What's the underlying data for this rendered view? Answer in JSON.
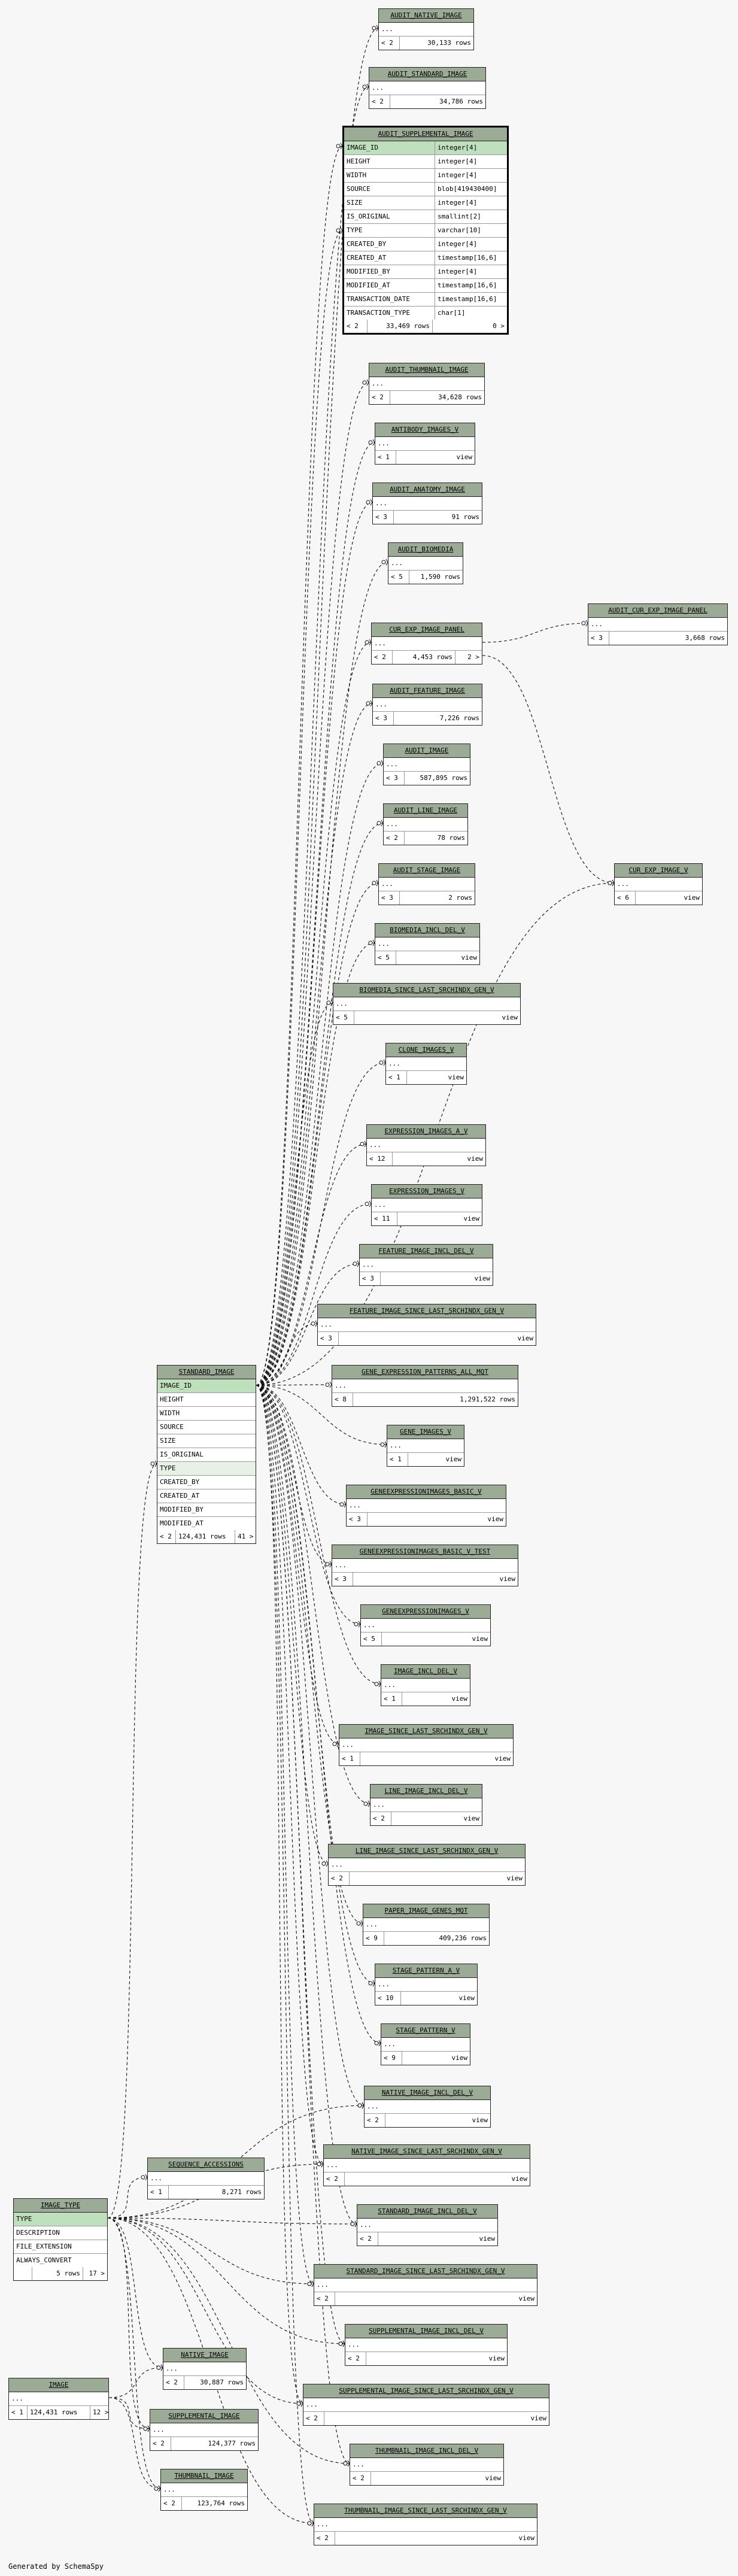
{
  "footer": "Generated by SchemaSpy",
  "audit_supplemental": {
    "name": "AUDIT_SUPPLEMENTAL_IMAGE",
    "columns": [
      {
        "name": "IMAGE_ID",
        "type": "integer[4]"
      },
      {
        "name": "HEIGHT",
        "type": "integer[4]"
      },
      {
        "name": "WIDTH",
        "type": "integer[4]"
      },
      {
        "name": "SOURCE",
        "type": "blob[419430400]"
      },
      {
        "name": "SIZE",
        "type": "integer[4]"
      },
      {
        "name": "IS_ORIGINAL",
        "type": "smallint[2]"
      },
      {
        "name": "TYPE",
        "type": "varchar[10]"
      },
      {
        "name": "CREATED_BY",
        "type": "integer[4]"
      },
      {
        "name": "CREATED_AT",
        "type": "timestamp[16,6]"
      },
      {
        "name": "MODIFIED_BY",
        "type": "integer[4]"
      },
      {
        "name": "MODIFIED_AT",
        "type": "timestamp[16,6]"
      },
      {
        "name": "TRANSACTION_DATE",
        "type": "timestamp[16,6]"
      },
      {
        "name": "TRANSACTION_TYPE",
        "type": "char[1]"
      }
    ],
    "footer": [
      "< 2",
      "33,469 rows",
      "0 >"
    ]
  },
  "standard_image": {
    "name": "STANDARD_IMAGE",
    "columns": [
      "IMAGE_ID",
      "HEIGHT",
      "WIDTH",
      "SOURCE",
      "SIZE",
      "IS_ORIGINAL",
      "TYPE",
      "CREATED_BY",
      "CREATED_AT",
      "MODIFIED_BY",
      "MODIFIED_AT"
    ],
    "footer": [
      "< 2",
      "124,431 rows",
      "41 >"
    ]
  },
  "image_type": {
    "name": "IMAGE_TYPE",
    "columns": [
      "TYPE",
      "DESCRIPTION",
      "FILE_EXTENSION",
      "ALWAYS_CONVERT"
    ],
    "footer": [
      "",
      "5 rows",
      "17 >"
    ]
  },
  "image": {
    "name": "IMAGE",
    "columns": [
      "..."
    ],
    "footer": [
      "< 1",
      "124,431 rows",
      "12 >"
    ]
  },
  "ellipsis": "...",
  "small_tables": [
    {
      "id": "audit_native_image",
      "name": "AUDIT_NATIVE_IMAGE",
      "lft": "< 2",
      "cnt": "30,133 rows"
    },
    {
      "id": "audit_standard_image",
      "name": "AUDIT_STANDARD_IMAGE",
      "lft": "< 2",
      "cnt": "34,786 rows"
    },
    {
      "id": "audit_thumbnail_image",
      "name": "AUDIT_THUMBNAIL_IMAGE",
      "lft": "< 2",
      "cnt": "34,628 rows"
    },
    {
      "id": "antibody_images_v",
      "name": "ANTIBODY_IMAGES_V",
      "lft": "< 1",
      "cnt": "view"
    },
    {
      "id": "audit_anatomy_image",
      "name": "AUDIT_ANATOMY_IMAGE",
      "lft": "< 3",
      "cnt": "91 rows"
    },
    {
      "id": "audit_biomedia",
      "name": "AUDIT_BIOMEDIA",
      "lft": "< 5",
      "cnt": "1,590 rows"
    },
    {
      "id": "cur_exp_image_panel",
      "name": "CUR_EXP_IMAGE_PANEL",
      "lft": "< 2",
      "cnt": "4,453 rows",
      "rgt": "2 >"
    },
    {
      "id": "audit_cur_exp_image_panel",
      "name": "AUDIT_CUR_EXP_IMAGE_PANEL",
      "lft": "< 3",
      "cnt": "3,668 rows"
    },
    {
      "id": "audit_feature_image",
      "name": "AUDIT_FEATURE_IMAGE",
      "lft": "< 3",
      "cnt": "7,226 rows"
    },
    {
      "id": "audit_image",
      "name": "AUDIT_IMAGE",
      "lft": "< 3",
      "cnt": "587,895 rows"
    },
    {
      "id": "audit_line_image",
      "name": "AUDIT_LINE_IMAGE",
      "lft": "< 2",
      "cnt": "78 rows"
    },
    {
      "id": "audit_stage_image",
      "name": "AUDIT_STAGE_IMAGE",
      "lft": "< 3",
      "cnt": "2 rows"
    },
    {
      "id": "cur_exp_image_v",
      "name": "CUR_EXP_IMAGE_V",
      "lft": "< 6",
      "cnt": "view"
    },
    {
      "id": "biomedia_incl_del_v",
      "name": "BIOMEDIA_INCL_DEL_V",
      "lft": "< 5",
      "cnt": "view"
    },
    {
      "id": "biomedia_since",
      "name": "BIOMEDIA_SINCE_LAST_SRCHINDX_GEN_V",
      "lft": "< 5",
      "cnt": "view"
    },
    {
      "id": "clone_images_v",
      "name": "CLONE_IMAGES_V",
      "lft": "< 1",
      "cnt": "view"
    },
    {
      "id": "expression_images_a_v",
      "name": "EXPRESSION_IMAGES_A_V",
      "lft": "< 12",
      "cnt": "view"
    },
    {
      "id": "expression_images_v",
      "name": "EXPRESSION_IMAGES_V",
      "lft": "< 11",
      "cnt": "view"
    },
    {
      "id": "feature_image_incl_del_v",
      "name": "FEATURE_IMAGE_INCL_DEL_V",
      "lft": "< 3",
      "cnt": "view"
    },
    {
      "id": "feature_image_since",
      "name": "FEATURE_IMAGE_SINCE_LAST_SRCHINDX_GEN_V",
      "lft": "< 3",
      "cnt": "view"
    },
    {
      "id": "gene_expression_patterns",
      "name": "GENE_EXPRESSION_PATTERNS_ALL_MQT",
      "lft": "< 8",
      "cnt": "1,291,522 rows"
    },
    {
      "id": "gene_images_v",
      "name": "GENE_IMAGES_V",
      "lft": "< 1",
      "cnt": "view"
    },
    {
      "id": "geneexpressionimages_basic_v",
      "name": "GENEEXPRESSIONIMAGES_BASIC_V",
      "lft": "< 3",
      "cnt": "view"
    },
    {
      "id": "geneexpressionimages_basic_v_test",
      "name": "GENEEXPRESSIONIMAGES_BASIC_V_TEST",
      "lft": "< 3",
      "cnt": "view"
    },
    {
      "id": "geneexpressionimages_v",
      "name": "GENEEXPRESSIONIMAGES_V",
      "lft": "< 5",
      "cnt": "view"
    },
    {
      "id": "image_incl_del_v",
      "name": "IMAGE_INCL_DEL_V",
      "lft": "< 1",
      "cnt": "view"
    },
    {
      "id": "image_since",
      "name": "IMAGE_SINCE_LAST_SRCHINDX_GEN_V",
      "lft": "< 1",
      "cnt": "view"
    },
    {
      "id": "line_image_incl_del_v",
      "name": "LINE_IMAGE_INCL_DEL_V",
      "lft": "< 2",
      "cnt": "view"
    },
    {
      "id": "line_image_since",
      "name": "LINE_IMAGE_SINCE_LAST_SRCHINDX_GEN_V",
      "lft": "< 2",
      "cnt": "view"
    },
    {
      "id": "paper_image_genes_mqt",
      "name": "PAPER_IMAGE_GENES_MQT",
      "lft": "< 9",
      "cnt": "409,236 rows"
    },
    {
      "id": "stage_pattern_a_v",
      "name": "STAGE_PATTERN_A_V",
      "lft": "< 10",
      "cnt": "view"
    },
    {
      "id": "stage_pattern_v",
      "name": "STAGE_PATTERN_V",
      "lft": "< 9",
      "cnt": "view"
    },
    {
      "id": "native_image_incl_del_v",
      "name": "NATIVE_IMAGE_INCL_DEL_V",
      "lft": "< 2",
      "cnt": "view"
    },
    {
      "id": "native_image_since",
      "name": "NATIVE_IMAGE_SINCE_LAST_SRCHINDX_GEN_V",
      "lft": "< 2",
      "cnt": "view"
    },
    {
      "id": "standard_image_incl_del_v",
      "name": "STANDARD_IMAGE_INCL_DEL_V",
      "lft": "< 2",
      "cnt": "view"
    },
    {
      "id": "standard_image_since",
      "name": "STANDARD_IMAGE_SINCE_LAST_SRCHINDX_GEN_V",
      "lft": "< 2",
      "cnt": "view"
    },
    {
      "id": "supplemental_image_incl_del_v",
      "name": "SUPPLEMENTAL_IMAGE_INCL_DEL_V",
      "lft": "< 2",
      "cnt": "view"
    },
    {
      "id": "supplemental_image_since",
      "name": "SUPPLEMENTAL_IMAGE_SINCE_LAST_SRCHINDX_GEN_V",
      "lft": "< 2",
      "cnt": "view"
    },
    {
      "id": "thumbnail_image_incl_del_v",
      "name": "THUMBNAIL_IMAGE_INCL_DEL_V",
      "lft": "< 2",
      "cnt": "view"
    },
    {
      "id": "thumbnail_image_since",
      "name": "THUMBNAIL_IMAGE_SINCE_LAST_SRCHINDX_GEN_V",
      "lft": "< 2",
      "cnt": "view"
    },
    {
      "id": "sequence_accessions",
      "name": "SEQUENCE_ACCESSIONS",
      "lft": "< 1",
      "cnt": "8,271 rows"
    },
    {
      "id": "native_image",
      "name": "NATIVE_IMAGE",
      "lft": "< 2",
      "cnt": "30,887 rows"
    },
    {
      "id": "supplemental_image",
      "name": "SUPPLEMENTAL_IMAGE",
      "lft": "< 2",
      "cnt": "124,377 rows"
    },
    {
      "id": "thumbnail_image",
      "name": "THUMBNAIL_IMAGE",
      "lft": "< 2",
      "cnt": "123,764 rows"
    }
  ]
}
